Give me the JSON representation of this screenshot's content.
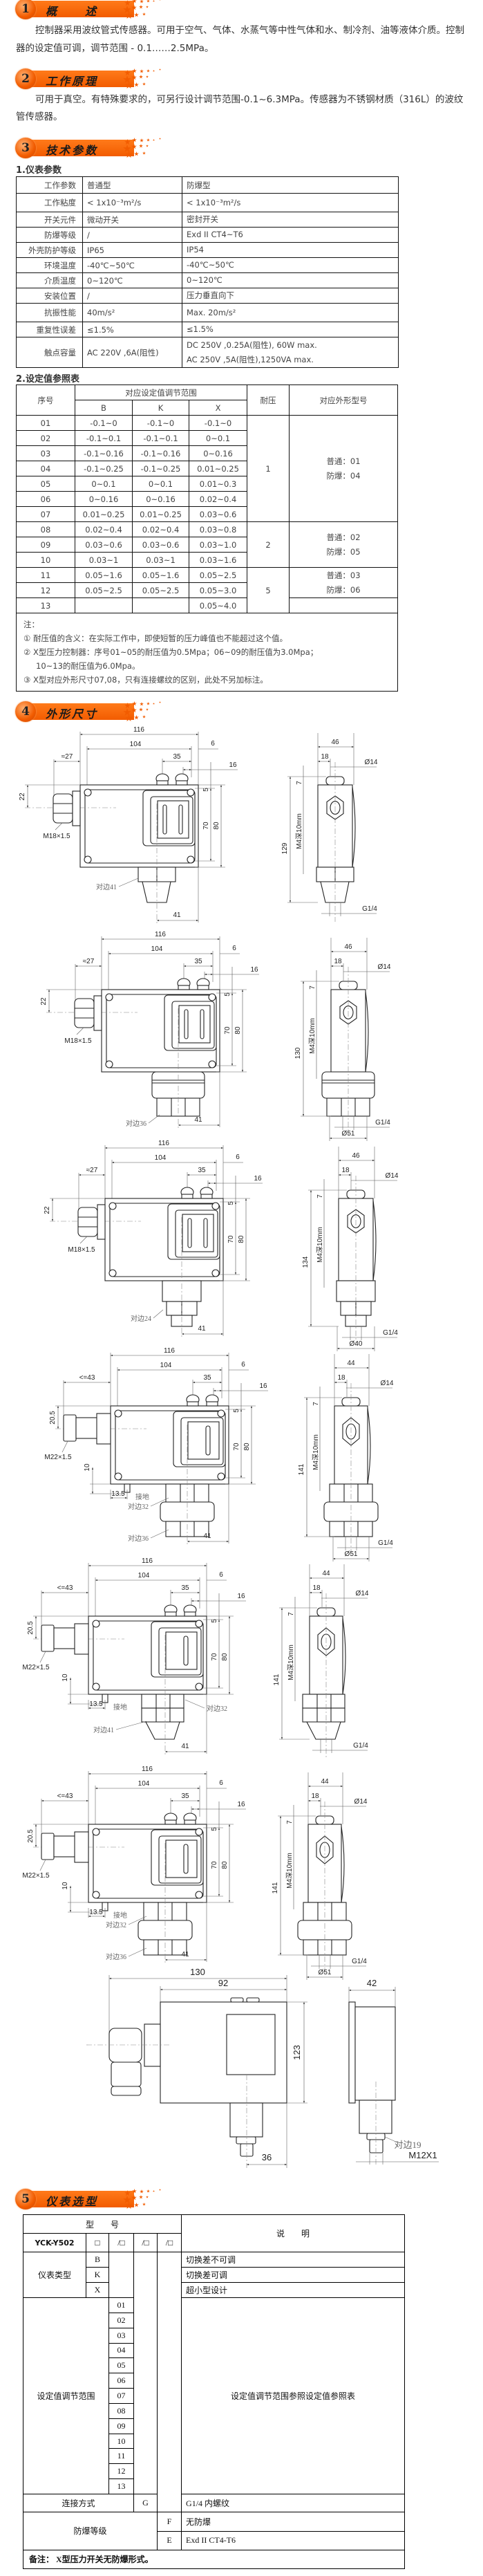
{
  "sections": [
    {
      "num": "1",
      "title": "概　　述"
    },
    {
      "num": "2",
      "title": "工作原理"
    },
    {
      "num": "3",
      "title": "技术参数"
    },
    {
      "num": "4",
      "title": "外形尺寸"
    },
    {
      "num": "5",
      "title": "仪表选型"
    }
  ],
  "overview": {
    "text": "控制器采用波纹管式传感器。可用于空气、气体、水蒸气等中性气体和水、制冷剂、油等液体介质。控制器的设定值可调，调节范围 - 0.1……2.5MPa。"
  },
  "principle": {
    "text": "可用于真空。有特殊要求的，可另行设计调节范围-0.1~6.3MPa。传感器为不锈钢材质（316L）的波纹管传感器。"
  },
  "params": {
    "title": "1.仪表参数",
    "header": [
      "工作参数",
      "普通型",
      "防爆型"
    ],
    "rows": [
      {
        "label": "工作粘度",
        "normal": "< 1x10⁻³m²/s",
        "ex": [
          "< 1x10⁻³m²/s"
        ]
      },
      {
        "label": "开关元件",
        "normal": "微动开关",
        "ex": [
          "密封开关"
        ]
      },
      {
        "label": "防爆等级",
        "normal": "/",
        "ex": [
          "Exd II CT4~T6"
        ]
      },
      {
        "label": "外壳防护等级",
        "normal": "IP65",
        "ex": [
          "IP54"
        ]
      },
      {
        "label": "环境温度",
        "normal": "-40℃~50℃",
        "ex": [
          "-40℃~50℃"
        ]
      },
      {
        "label": "介质温度",
        "normal": "0~120℃",
        "ex": [
          "0~120℃"
        ]
      },
      {
        "label": "安装位置",
        "normal": "/",
        "ex": [
          "压力垂直向下"
        ]
      },
      {
        "label": "抗振性能",
        "normal": "40m/s²",
        "ex": [
          "Max. 20m/s²"
        ]
      },
      {
        "label": "重复性误差",
        "normal": "≤1.5%",
        "ex": [
          "≤1.5%"
        ]
      },
      {
        "label": "触点容量",
        "normal": "AC 220V ,6A(阻性)",
        "ex": [
          "DC 250V ,0.25A(阻性), 60W max.",
          "AC 250V ,5A(阻性),1250VA max."
        ]
      }
    ]
  },
  "setpoints": {
    "title": "2.设定值参照表",
    "header": {
      "seq": "序号",
      "range": "对应设定值调节范围",
      "b": "B",
      "k": "K",
      "x": "X",
      "pressure": "耐压",
      "shape": "对应外形型号"
    },
    "rows": [
      {
        "seq": "01",
        "b": "-0.1~0",
        "k": "-0.1~0",
        "x": "-0.1~0"
      },
      {
        "seq": "02",
        "b": "-0.1~0.1",
        "k": "-0.1~0.1",
        "x": "0~0.1"
      },
      {
        "seq": "03",
        "b": "-0.1~0.16",
        "k": "-0.1~0.16",
        "x": "0~0.16"
      },
      {
        "seq": "04",
        "b": "-0.1~0.25",
        "k": "-0.1~0.25",
        "x": "0.01~0.25"
      },
      {
        "seq": "05",
        "b": "0~0.1",
        "k": "0~0.1",
        "x": "0.01~0.3"
      },
      {
        "seq": "06",
        "b": "0~0.16",
        "k": "0~0.16",
        "x": "0.02~0.4"
      },
      {
        "seq": "07",
        "b": "0.01~0.25",
        "k": "0.01~0.25",
        "x": "0.03~0.6"
      },
      {
        "seq": "08",
        "b": "0.02~0.4",
        "k": "0.02~0.4",
        "x": "0.03~0.8"
      },
      {
        "seq": "09",
        "b": "0.03~0.6",
        "k": "0.03~0.6",
        "x": "0.03~1.0"
      },
      {
        "seq": "10",
        "b": "0.03~1",
        "k": "0.03~1",
        "x": "0.03~1.6"
      },
      {
        "seq": "11",
        "b": "0.05~1.6",
        "k": "0.05~1.6",
        "x": "0.05~2.5"
      },
      {
        "seq": "12",
        "b": "0.05~2.5",
        "k": "0.05~2.5",
        "x": "0.05~3.0"
      },
      {
        "seq": "13",
        "b": "",
        "k": "",
        "x": "0.05~4.0"
      }
    ],
    "pressure_groups": [
      "1",
      "2",
      "5"
    ],
    "shape_groups": [
      [
        "普通：01",
        "防爆：04"
      ],
      [
        "普通：02",
        "防爆：05"
      ],
      [
        "普通：03",
        "防爆：06"
      ],
      []
    ],
    "notes": [
      "注：",
      "① 耐压值的含义：在实际工作中，即使短暂的压力峰值也不能超过这个值。",
      "② X型压力控制器：序号01~05的耐压值为0.5Mpa；06~09的耐压值为3.0Mpa；",
      "10~13的耐压值为6.0Mpa。",
      "③ X型对应外形尺寸07,08，只有连接螺纹的区别，此处不另加标注。"
    ]
  },
  "drawings": [
    {
      "w116": "116",
      "w104": "104",
      "w6": "6",
      "gland_len": "≈27",
      "w35": "35",
      "w16": "16",
      "h22": "22",
      "gland_thread": "M18×1.5",
      "h5": "5",
      "h70": "70",
      "h80": "80",
      "af": [
        "对边41"
      ],
      "w41": "41",
      "side_w": "46",
      "side_18": "18",
      "d14": "Ø14",
      "h7": "7",
      "m4": "M4深10mm",
      "side_h": "129",
      "g14": "G1/4"
    },
    {
      "w116": "116",
      "w104": "104",
      "w6": "6",
      "gland_len": "≈27",
      "w35": "35",
      "w16": "16",
      "h22": "22",
      "gland_thread": "M18×1.5",
      "h5": "5",
      "h70": "70",
      "h80": "80",
      "af": [
        "对边36"
      ],
      "w41": "41",
      "side_w": "46",
      "side_18": "18",
      "d14": "Ø14",
      "h7": "7",
      "m4": "M4深10mm",
      "side_h": "130",
      "g14": "G1/4",
      "bottom_d": "Ø51"
    },
    {
      "w116": "116",
      "w104": "104",
      "w6": "6",
      "gland_len": "≈27",
      "w35": "35",
      "w16": "16",
      "h22": "22",
      "gland_thread": "M18×1.5",
      "h5": "5",
      "h70": "70",
      "h80": "80",
      "af": [
        "对边24"
      ],
      "w41": "41",
      "side_w": "46",
      "side_18": "18",
      "d14": "Ø14",
      "h7": "7",
      "m4": "M4深10mm",
      "side_h": "134",
      "g14": "G1/4",
      "bottom_d": "Ø40"
    },
    {
      "w116": "116",
      "w104": "104",
      "w6": "6",
      "gland_len": "<=43",
      "w35": "35",
      "w16": "16",
      "h22": "20.5",
      "gland_thread": "M22×1.5",
      "h5": "5",
      "h70": "70",
      "h80": "80",
      "af": [
        "对边32",
        "对边36"
      ],
      "w41": "41",
      "side_w": "44",
      "side_18": "18",
      "d14": "Ø14",
      "h7": "7",
      "m4": "M4深10mm",
      "side_h": "141",
      "g14": "G1/4",
      "bottom_d": "Ø51",
      "ground_h": "10",
      "ground_w": "13.5",
      "ground_label": "接地"
    },
    {
      "w116": "116",
      "w104": "104",
      "w6": "6",
      "gland_len": "<=43",
      "w35": "35",
      "w16": "16",
      "h22": "20.5",
      "gland_thread": "M22×1.5",
      "h5": "5",
      "h70": "70",
      "h80": "80",
      "af": [
        "对边32",
        "对边41"
      ],
      "w41": "41",
      "side_w": "44",
      "side_18": "18",
      "d14": "Ø14",
      "h7": "7",
      "m4": "M4深10mm",
      "side_h": "141",
      "g14": "G1/4",
      "ground_h": "10",
      "ground_w": "13.5",
      "ground_label": "接地"
    },
    {
      "w116": "116",
      "w104": "104",
      "w6": "6",
      "gland_len": "<=43",
      "w35": "35",
      "w16": "16",
      "h22": "20.5",
      "gland_thread": "M22×1.5",
      "h5": "5",
      "h70": "70",
      "h80": "80",
      "af": [
        "对边32",
        "对边36"
      ],
      "w41": "41",
      "side_w": "44",
      "side_18": "18",
      "d14": "Ø14",
      "h7": "7",
      "m4": "M4深10mm",
      "side_h": "141",
      "g14": "G1/4",
      "bottom_d": "Ø51",
      "ground_h": "10",
      "ground_w": "13.5",
      "ground_label": "接地"
    }
  ],
  "drawing7": {
    "w130": "130",
    "w92": "92",
    "w42": "42",
    "h123": "123",
    "w36": "36",
    "af": "对边19",
    "thread": "M12X1"
  },
  "selection": {
    "model_header": "型　　号",
    "desc_header": "说　　明",
    "model": "YCK-Y502",
    "slots": [
      "□",
      "/□",
      "/□",
      "/□"
    ],
    "type_label": "仪表类型",
    "types": [
      {
        "code": "B",
        "desc": "切换差不可调"
      },
      {
        "code": "K",
        "desc": "切换差可调"
      },
      {
        "code": "X",
        "desc": "超小型设计"
      }
    ],
    "range_label": "设定值调节范围",
    "range_codes": [
      "01",
      "02",
      "03",
      "04",
      "05",
      "06",
      "07",
      "08",
      "09",
      "10",
      "11",
      "12",
      "13"
    ],
    "range_desc": "设定值调节范围参照设定值参照表",
    "connection_label": "连接方式",
    "connection_code": "G",
    "connection_desc": "G1/4 内螺纹",
    "ex_label": "防爆等级",
    "ex": [
      {
        "code": "F",
        "desc": "无防爆"
      },
      {
        "code": "E",
        "desc": "Exd II CT4-T6"
      }
    ],
    "note": "备注： X型压力开关无防爆形式。"
  }
}
